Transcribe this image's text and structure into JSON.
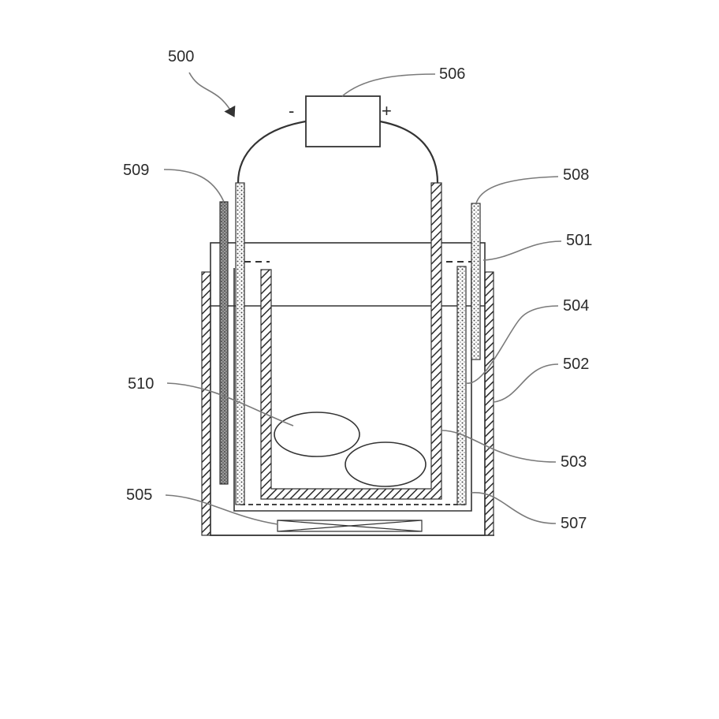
{
  "figure": {
    "reference": "500",
    "labels": {
      "power_supply": "506",
      "reference_electrode_left": "509",
      "reference_electrode_right": "508",
      "electrolyte_vessel": "501",
      "anode_separator": "504",
      "outer_jacket": "502",
      "particles": "510",
      "cathode_basket": "503",
      "stirrer": "505",
      "inner_wall": "507"
    },
    "terminals": {
      "negative": "-",
      "positive": "+"
    }
  }
}
